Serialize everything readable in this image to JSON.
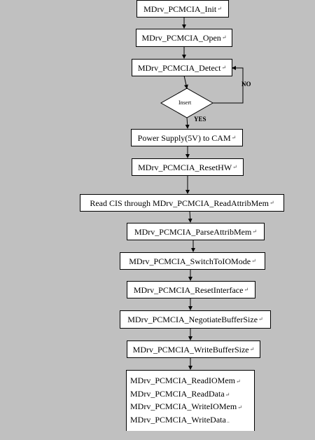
{
  "flow": {
    "init": "MDrv_PCMCIA_Init",
    "open": "MDrv_PCMCIA_Open",
    "detect": "MDrv_PCMCIA_Detect",
    "decision": "Insert",
    "no_label": "NO",
    "yes_label": "YES",
    "power": "Power Supply(5V) to CAM",
    "reset_hw": "MDrv_PCMCIA_ResetHW",
    "read_cis": "Read CIS through MDrv_PCMCIA_ReadAttribMem",
    "parse": "MDrv_PCMCIA_ParseAttribMem",
    "switch_io": "MDrv_PCMCIA_SwitchToIOMode",
    "reset_if": "MDrv_PCMCIA_ResetInterface",
    "negotiate": "MDrv_PCMCIA_NegotiateBufferSize",
    "write_buf": "MDrv_PCMCIA_WriteBufferSize",
    "final_lines": [
      "MDrv_PCMCIA_ReadIOMem",
      "MDrv_PCMCIA_ReadData",
      "MDrv_PCMCIA_WriteIOMem",
      "MDrv_PCMCIA_WriteData"
    ]
  }
}
